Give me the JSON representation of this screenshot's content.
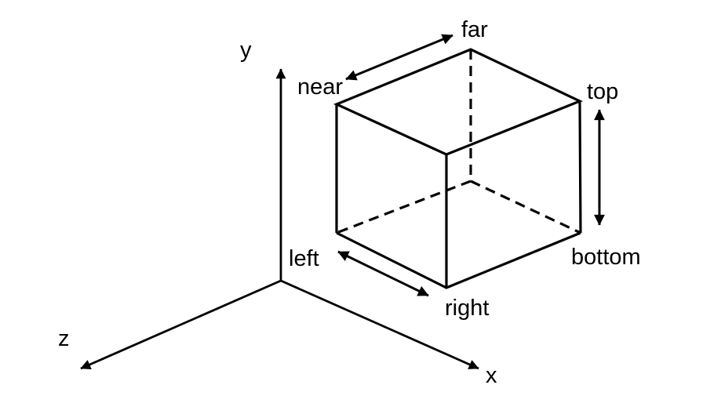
{
  "diagram": {
    "background_color": "#ffffff",
    "line_color": "#000000",
    "axis_labels": {
      "x": "x",
      "y": "y",
      "z": "z"
    },
    "direction_labels": {
      "far": "far",
      "near": "near",
      "top": "top",
      "bottom": "bottom",
      "left": "left",
      "right": "right"
    }
  }
}
